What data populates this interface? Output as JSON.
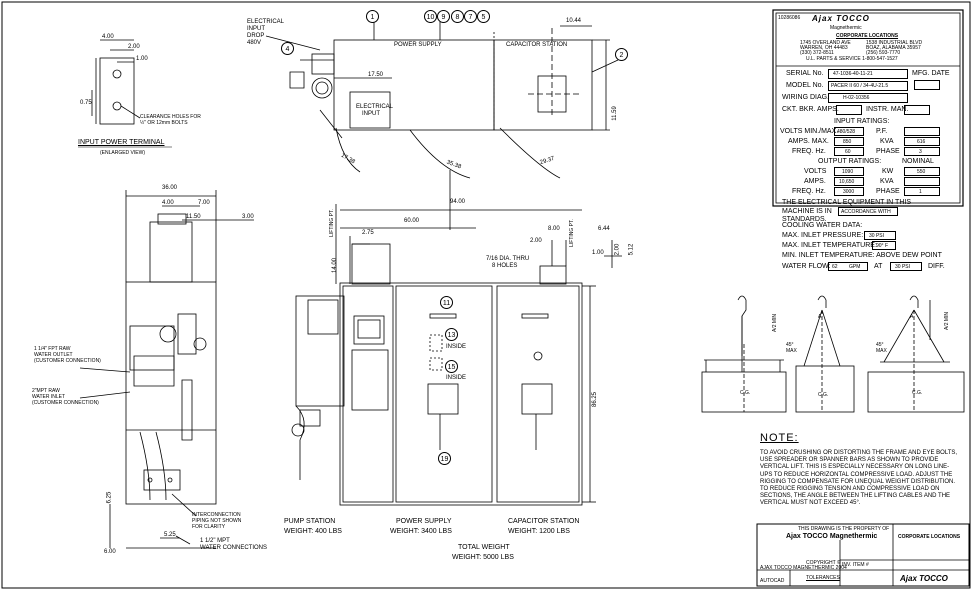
{
  "input_terminal": {
    "dims": [
      "4.00",
      "2.00",
      "1.00",
      "0.75"
    ],
    "clearance_note": "CLEARANCE HOLES FOR ½\" OR 12mm BOLTS",
    "title": "INPUT POWER TERMINAL",
    "subtitle": "(ENLARGED VIEW)"
  },
  "top_view": {
    "electrical_input_drop": [
      "ELECTRICAL",
      "INPUT",
      "DROP",
      "480V"
    ],
    "power_supply": "POWER SUPPLY",
    "capacitor_station": "CAPACITOR STATION",
    "electrical_input_box": [
      "ELECTRICAL",
      "INPUT"
    ],
    "dims": [
      "17.50",
      "10.44",
      "11.59",
      "17.38",
      "35.38",
      "29.37"
    ],
    "balloons_top": [
      "1",
      "10",
      "9",
      "8",
      "7",
      "5"
    ],
    "balloon_2": "2",
    "balloon_4": "4"
  },
  "side_view": {
    "dims_top": [
      "36.00",
      "4.00",
      "7.00",
      "11.50",
      "3.00"
    ],
    "raw_outlet": [
      "1 1/4\" FPT RAW",
      "WATER OUTLET",
      "(CUSTOMER CONNECTION)"
    ],
    "raw_inlet": [
      "2\"MPT RAW",
      "WATER INLET",
      "(CUSTOMER CONNECTION)"
    ],
    "dims_bottom": [
      "6.25",
      "5.25",
      "6.00"
    ],
    "interconnection": [
      "INTERCONNECTION",
      "PIPING NOT SHOWN",
      "FOR CLARITY"
    ],
    "mpt_water": [
      "1 1/2\" MPT",
      "WATER CONNECTIONS"
    ]
  },
  "front_view": {
    "dims": [
      "94.00",
      "60.00",
      "2.75",
      "14.00",
      "8.00",
      "6.44",
      "2.00",
      "1.00",
      "2.00",
      "5.12",
      "86.25"
    ],
    "holes_note": [
      "7/16 DIA. THRU",
      "8 HOLES"
    ],
    "lifting_label": "LIFTING PT.",
    "balloons": [
      "11",
      "13",
      "15",
      "19"
    ],
    "inside": "INSIDE",
    "pump_station": "PUMP STATION",
    "pump_weight": "WEIGHT: 400 LBS",
    "power_supply": "POWER SUPPLY",
    "power_weight": "WEIGHT: 3400 LBS",
    "capacitor_station": "CAPACITOR STATION",
    "capacitor_weight": "WEIGHT: 1200 LBS",
    "total_weight": "TOTAL WEIGHT",
    "total_weight_value": "WEIGHT: 5000 LBS"
  },
  "nameplate": {
    "brand": "Ajax TOCCO",
    "brand_sub": "Magnethermic",
    "corporate": "CORPORATE LOCATIONS",
    "addr_left": [
      "1745 OVERLAND AVE",
      "WARREN, OH 44483",
      "(330) 372-8511"
    ],
    "addr_right": [
      "1538 INDUSTRIAL BLVD",
      "BOAZ, ALABAMA 35957",
      "(256) 593-7770"
    ],
    "ul": "U.L. PARTS & SERVICE 1-800-547-1527",
    "serial_label": "SERIAL No.",
    "serial": "47-1036-40-11-21",
    "mfg_date": "MFG. DATE",
    "model_label": "MODEL No.",
    "model": "PACER II 60 / 34-4U-21.5",
    "wiring_label": "WIRING DIAG.",
    "wiring": "H-02-10356",
    "ckt": "CKT. BKR. AMPS.",
    "instr": "INSTR. MAN.",
    "input_ratings": "INPUT RATINGS:",
    "volts_minmax": "VOLTS MIN./MAX.",
    "volts_minmax_val": "480/528",
    "pf": "P.F.",
    "amps_max": "AMPS. MAX.",
    "amps_max_val": "850",
    "kva": "KVA",
    "kva_val": "616",
    "freq": "FREQ. Hz.",
    "freq_val": "60",
    "phase": "PHASE",
    "phase_val": "3",
    "output_ratings": "OUTPUT RATINGS:",
    "nominal": "NOMINAL",
    "volts": "VOLTS",
    "volts_val": "1090",
    "kw": "KW",
    "kw_val": "550",
    "amps": "AMPS.",
    "amps_val": "10,650",
    "kva2": "KVA",
    "freq2": "FREQ. Hz.",
    "freq2_val": "3000",
    "phase2": "PHASE",
    "phase2_val": "1",
    "equip_line1": "THE ELECTRICAL EQUIPMENT IN THIS",
    "equip_line2": "MACHINE IS IN",
    "equip_box": "ACCORDANCE WITH",
    "standards": "STANDARDS.",
    "cooling": "COOLING WATER DATA:",
    "max_press": "MAX. INLET PRESSURE:",
    "max_press_val": "30 PSI",
    "max_temp": "MAX. INLET TEMPERATURE:",
    "max_temp_val": "90° F",
    "min_temp": "MIN. INLET TEMPERATURE: ABOVE DEW POINT",
    "water_flow": "WATER FLOW:",
    "water_flow_val": "62",
    "gpm": "GPM",
    "at": "AT",
    "at_val": "30 PSI",
    "diff": "DIFF."
  },
  "rigging": {
    "dims": [
      "A/2 MIN",
      "A/2 MIN",
      "A",
      "A",
      "45°",
      "45°",
      "MAX",
      "MAX"
    ],
    "cg": "C.G."
  },
  "note": {
    "title": "NOTE:",
    "body": "TO AVOID CRUSHING OR DISTORTING THE FRAME AND EYE BOLTS, USE SPREADER OR SPANNER BARS AS SHOWN TO PROVIDE VERTICAL LIFT. THIS IS ESPECIALLY NECESSARY ON LONG LINE-UPS TO REDUCE HORIZONTAL COMPRESSIVE LOAD. ADJUST THE RIGGING TO COMPENSATE FOR UNEQUAL WEIGHT DISTRIBUTION. TO REDUCE RIGGING TENSION AND COMPRESSIVE LOAD ON SECTIONS, THE ANGLE BETWEEN THE LIFTING CABLES AND THE VERTICAL MUST NOT EXCEED 45°."
  },
  "title_block": {
    "property": "THIS DRAWING IS THE PROPERTY OF",
    "company": "Ajax TOCCO Magnethermic",
    "copyright": "COPYRIGHT ©",
    "copyright_line": "AJAX TOCCO MAGNETHERMIC 2004",
    "corporate": "CORPORATE LOCATIONS",
    "inv_item": "INV. ITEM #",
    "autocad": "AUTOCAD",
    "tolerances": "TOLERANCES",
    "logo": "Ajax TOCCO"
  }
}
